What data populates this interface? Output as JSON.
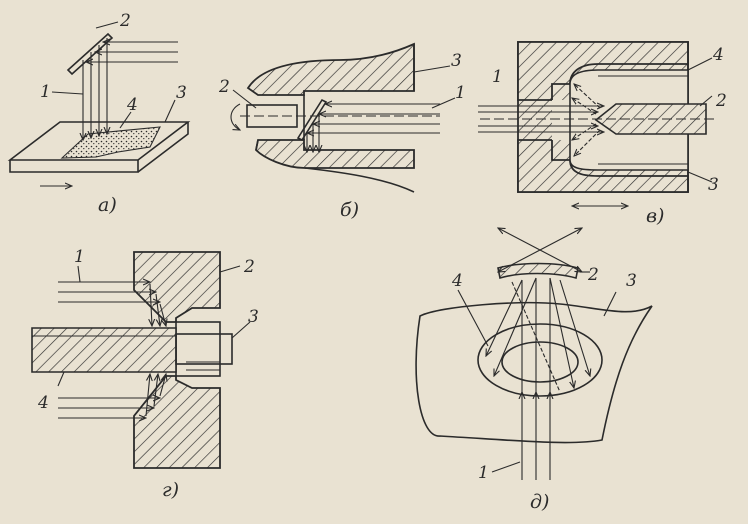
{
  "colors": {
    "paper": "#e9e2d2",
    "ink": "#2b2b2b"
  },
  "panels": {
    "a": {
      "caption": "а)",
      "labels": {
        "n1": "1",
        "n2": "2",
        "n3": "3",
        "n4": "4"
      }
    },
    "b": {
      "caption": "б)",
      "labels": {
        "n1": "1",
        "n2": "2",
        "n3": "3"
      }
    },
    "v": {
      "caption": "в)",
      "labels": {
        "n1": "1",
        "n2": "2",
        "n3": "3",
        "n4": "4"
      }
    },
    "g": {
      "caption": "г)",
      "labels": {
        "n1": "1",
        "n2": "2",
        "n3": "3",
        "n4": "4"
      }
    },
    "d": {
      "caption": "д)",
      "labels": {
        "n1": "1",
        "n2": "2",
        "n3": "3",
        "n4": "4"
      }
    }
  }
}
